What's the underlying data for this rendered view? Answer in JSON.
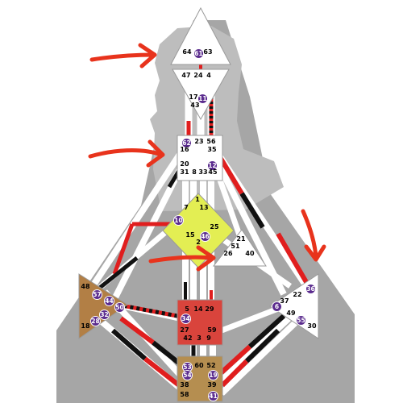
{
  "colors": {
    "background": "#ffffff",
    "silhouette": "#bdbdbd",
    "body_shadow": "#a6a6a6",
    "channel_white": "#ffffff",
    "channel_red": "#e01e1e",
    "channel_black": "#111111",
    "center_white": "#ffffff",
    "ajna_center": "#ffffff",
    "g_center": "#e3ee53",
    "sacral_center": "#d9443c",
    "spleen_center": "#b27f45",
    "root_center": "#b58e50",
    "active_gate": "#5b2c8e",
    "arrow": "#e8331c"
  },
  "centers": [
    {
      "id": "head",
      "gates": [
        "64",
        "61",
        "63"
      ]
    },
    {
      "id": "ajna",
      "gates": [
        "47",
        "24",
        "4",
        "17",
        "11",
        "43"
      ]
    },
    {
      "id": "throat",
      "gates": [
        "62",
        "23",
        "56",
        "16",
        "35",
        "20",
        "12",
        "31",
        "8",
        "33",
        "45"
      ]
    },
    {
      "id": "g",
      "gates": [
        "1",
        "7",
        "13",
        "10",
        "25",
        "15",
        "46",
        "2"
      ]
    },
    {
      "id": "heart",
      "gates": [
        "21",
        "51",
        "26",
        "40"
      ]
    },
    {
      "id": "spleen",
      "gates": [
        "48",
        "57",
        "44",
        "50",
        "32",
        "28",
        "18"
      ]
    },
    {
      "id": "sacral",
      "gates": [
        "5",
        "14",
        "29",
        "34",
        "27",
        "59",
        "42",
        "3",
        "9"
      ]
    },
    {
      "id": "solar_plexus",
      "gates": [
        "36",
        "22",
        "37",
        "6",
        "49",
        "55",
        "30"
      ]
    },
    {
      "id": "root",
      "gates": [
        "53",
        "60",
        "52",
        "54",
        "19",
        "38",
        "39",
        "58",
        "41"
      ]
    }
  ],
  "active_gates": [
    "61",
    "11",
    "62",
    "12",
    "10",
    "46",
    "57",
    "44",
    "50",
    "32",
    "28",
    "34",
    "36",
    "6",
    "55",
    "53",
    "54",
    "19",
    "41"
  ],
  "gate_labels": [
    {
      "text": "64",
      "center": "head"
    },
    {
      "text": "61",
      "center": "head"
    },
    {
      "text": "63",
      "center": "head"
    },
    {
      "text": "47",
      "center": "ajna"
    },
    {
      "text": "24",
      "center": "ajna"
    },
    {
      "text": "4",
      "center": "ajna"
    },
    {
      "text": "17",
      "center": "ajna"
    },
    {
      "text": "11",
      "center": "ajna"
    },
    {
      "text": "43",
      "center": "ajna"
    },
    {
      "text": "62",
      "center": "throat"
    },
    {
      "text": "23",
      "center": "throat"
    },
    {
      "text": "56",
      "center": "throat"
    },
    {
      "text": "16",
      "center": "throat"
    },
    {
      "text": "35",
      "center": "throat"
    },
    {
      "text": "20",
      "center": "throat"
    },
    {
      "text": "12",
      "center": "throat"
    },
    {
      "text": "31",
      "center": "throat"
    },
    {
      "text": "8",
      "center": "throat"
    },
    {
      "text": "33",
      "center": "throat"
    },
    {
      "text": "45",
      "center": "throat"
    },
    {
      "text": "1",
      "center": "g"
    },
    {
      "text": "7",
      "center": "g"
    },
    {
      "text": "13",
      "center": "g"
    },
    {
      "text": "10",
      "center": "g"
    },
    {
      "text": "25",
      "center": "g"
    },
    {
      "text": "15",
      "center": "g"
    },
    {
      "text": "46",
      "center": "g"
    },
    {
      "text": "2",
      "center": "g"
    },
    {
      "text": "21",
      "center": "heart"
    },
    {
      "text": "51",
      "center": "heart"
    },
    {
      "text": "26",
      "center": "heart"
    },
    {
      "text": "40",
      "center": "heart"
    },
    {
      "text": "48",
      "center": "spleen"
    },
    {
      "text": "57",
      "center": "spleen"
    },
    {
      "text": "44",
      "center": "spleen"
    },
    {
      "text": "50",
      "center": "spleen"
    },
    {
      "text": "32",
      "center": "spleen"
    },
    {
      "text": "28",
      "center": "spleen"
    },
    {
      "text": "18",
      "center": "spleen"
    },
    {
      "text": "5",
      "center": "sacral"
    },
    {
      "text": "14",
      "center": "sacral"
    },
    {
      "text": "29",
      "center": "sacral"
    },
    {
      "text": "34",
      "center": "sacral"
    },
    {
      "text": "27",
      "center": "sacral"
    },
    {
      "text": "59",
      "center": "sacral"
    },
    {
      "text": "42",
      "center": "sacral"
    },
    {
      "text": "3",
      "center": "sacral"
    },
    {
      "text": "9",
      "center": "sacral"
    },
    {
      "text": "36",
      "center": "solar_plexus"
    },
    {
      "text": "22",
      "center": "solar_plexus"
    },
    {
      "text": "37",
      "center": "solar_plexus"
    },
    {
      "text": "6",
      "center": "solar_plexus"
    },
    {
      "text": "49",
      "center": "solar_plexus"
    },
    {
      "text": "55",
      "center": "solar_plexus"
    },
    {
      "text": "30",
      "center": "solar_plexus"
    },
    {
      "text": "53",
      "center": "root"
    },
    {
      "text": "60",
      "center": "root"
    },
    {
      "text": "52",
      "center": "root"
    },
    {
      "text": "54",
      "center": "root"
    },
    {
      "text": "19",
      "center": "root"
    },
    {
      "text": "38",
      "center": "root"
    },
    {
      "text": "39",
      "center": "root"
    },
    {
      "text": "58",
      "center": "root"
    },
    {
      "text": "41",
      "center": "root"
    }
  ],
  "annotation_arrows": [
    {
      "id": "arrow-head",
      "points_to": "head"
    },
    {
      "id": "arrow-throat",
      "points_to": "throat"
    },
    {
      "id": "arrow-heart",
      "points_to": "heart"
    },
    {
      "id": "arrow-solar-plexus",
      "points_to": "solar_plexus"
    }
  ]
}
